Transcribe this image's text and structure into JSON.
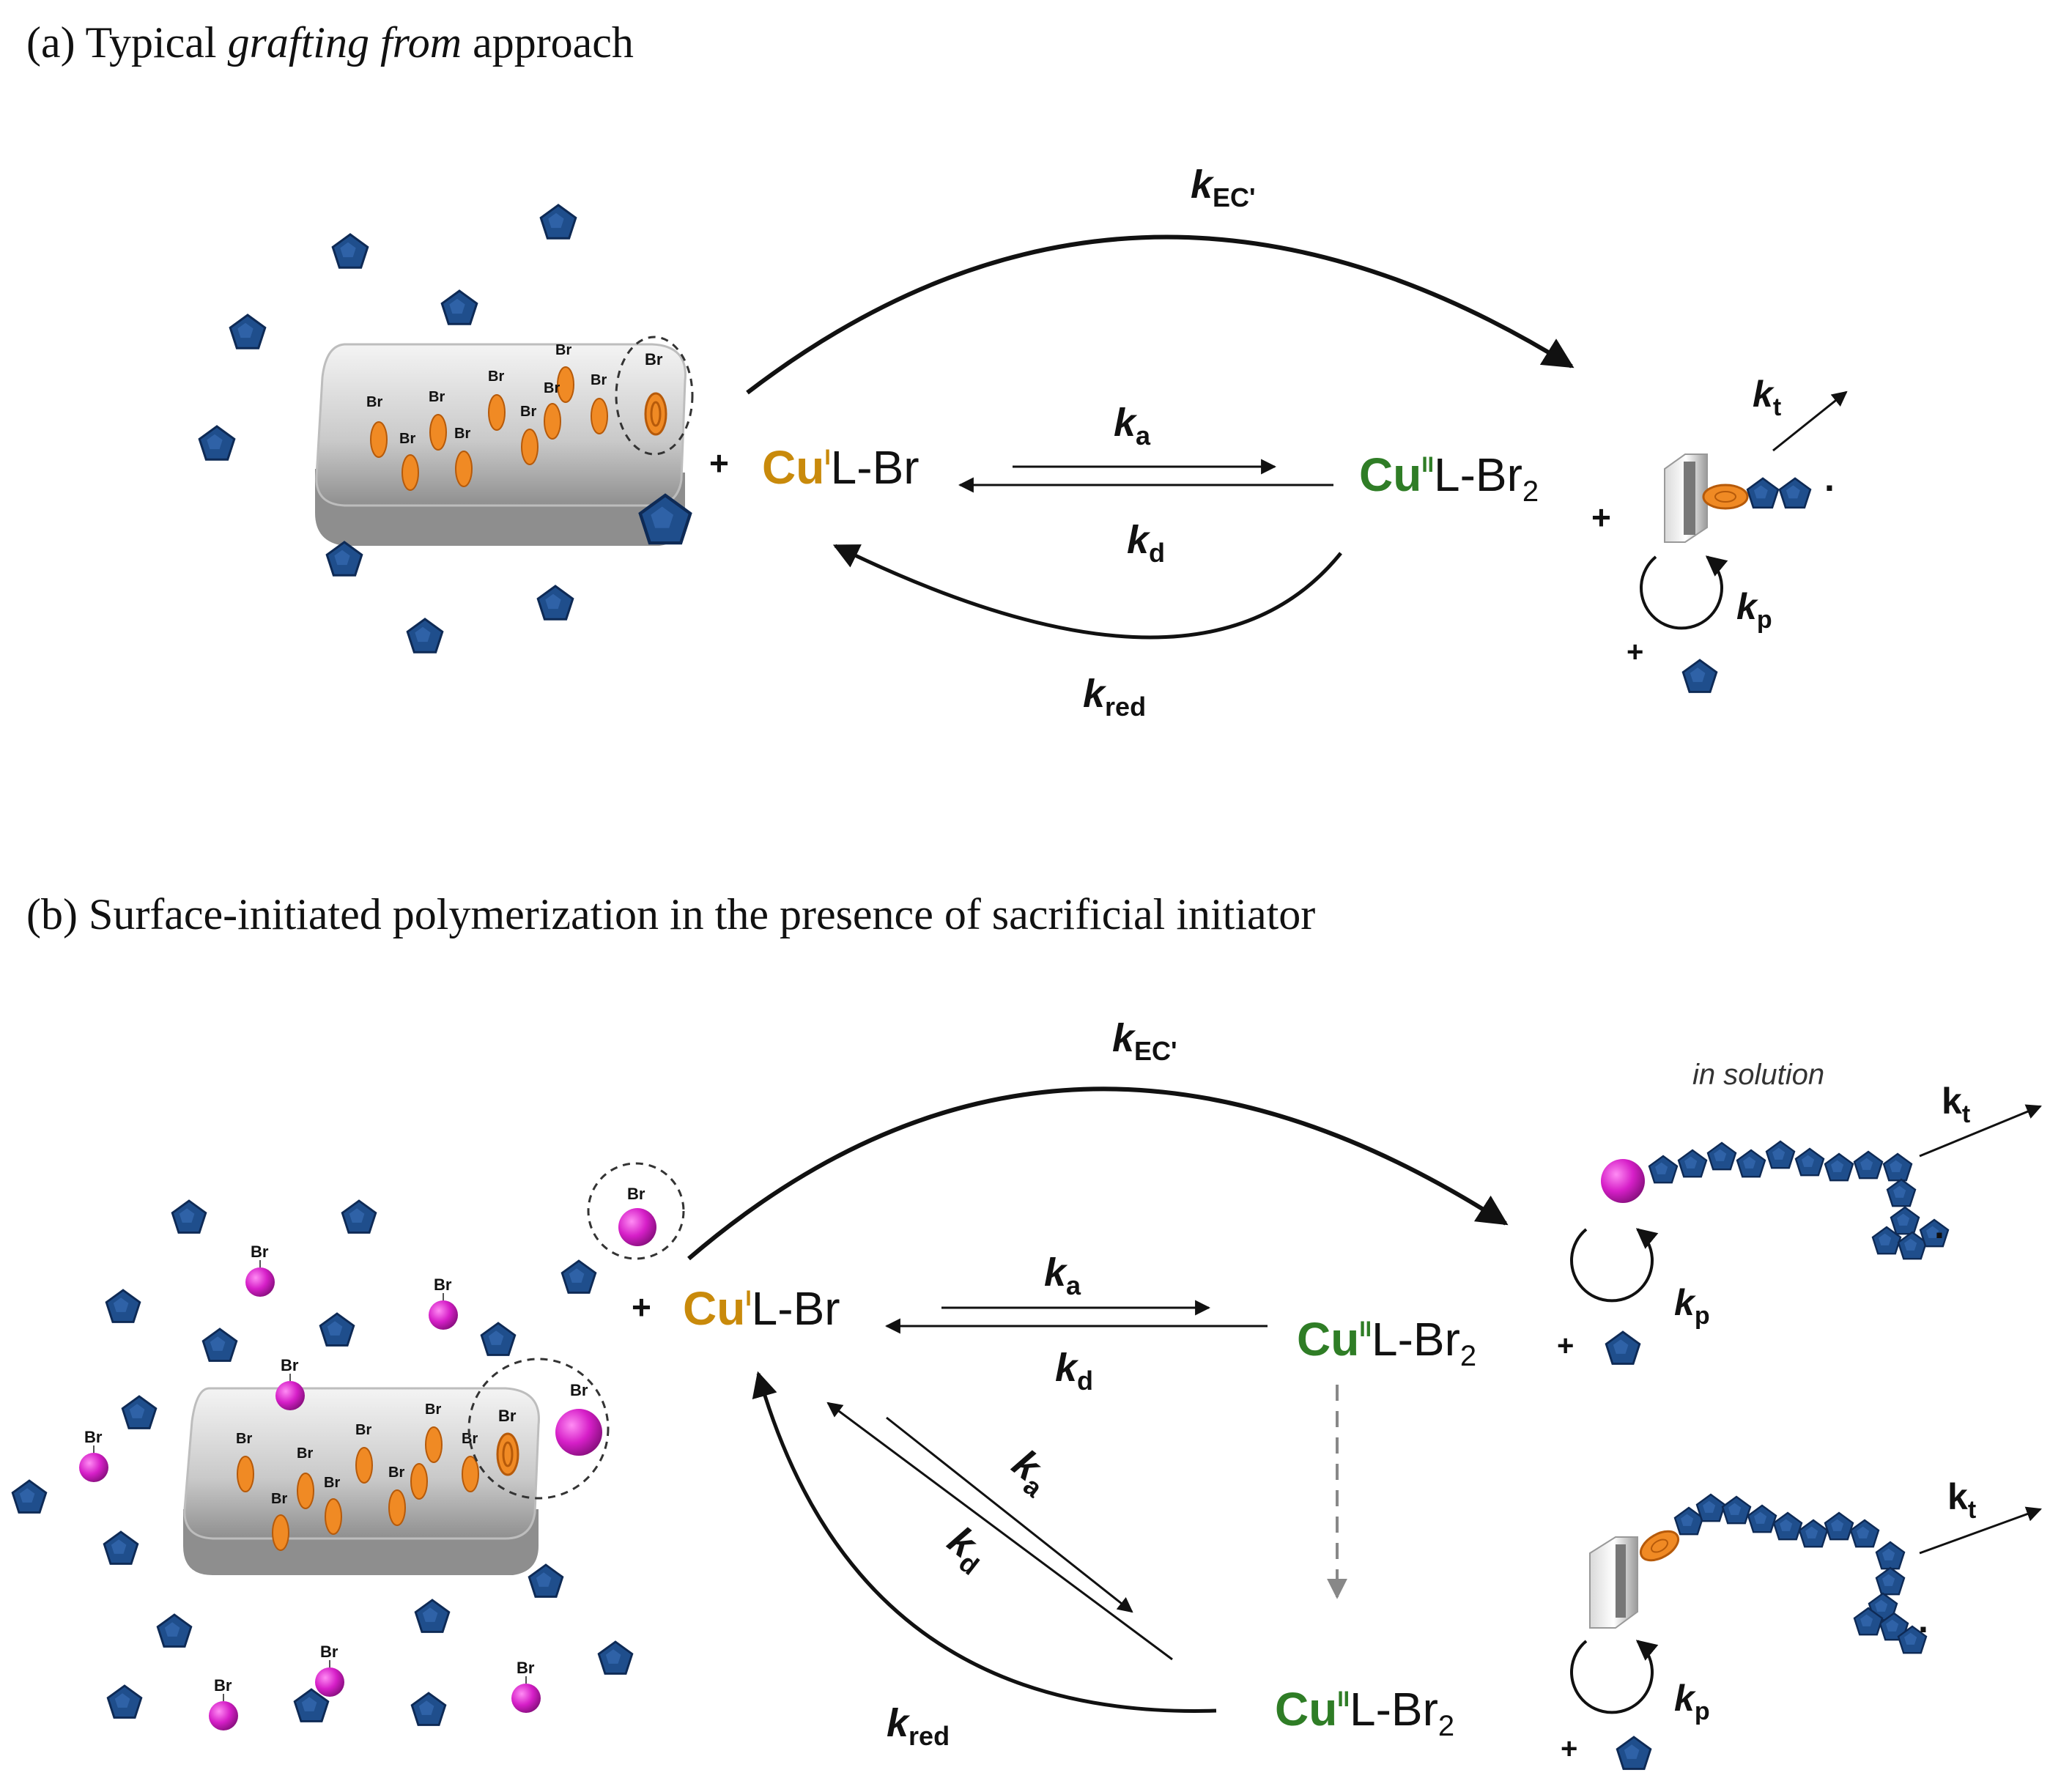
{
  "panel_a": {
    "title_prefix": "(a) Typical ",
    "title_italic": "grafting from",
    "title_suffix": " approach",
    "surface_label": "Br",
    "plus": "+",
    "cu1": {
      "metal": "Cu",
      "ox": "I",
      "rest": "L-Br"
    },
    "cu2": {
      "metal": "Cu",
      "ox": "II",
      "rest": "L-Br",
      "sub": "2"
    },
    "k_ec": {
      "k": "k",
      "sub": "EC'"
    },
    "k_a": {
      "k": "k",
      "sub": "a"
    },
    "k_d": {
      "k": "k",
      "sub": "d"
    },
    "k_red": {
      "k": "k",
      "sub": "red"
    },
    "k_t": {
      "k": "k",
      "sub": "t"
    },
    "k_p": {
      "k": "k",
      "sub": "p"
    },
    "dot": "."
  },
  "panel_b": {
    "title": "(b) Surface-initiated polymerization in the presence of sacrificial initiator",
    "surface_label": "Br",
    "plus": "+",
    "in_solution": "in solution",
    "cu1": {
      "metal": "Cu",
      "ox": "I",
      "rest": "L-Br"
    },
    "cu2": {
      "metal": "Cu",
      "ox": "II",
      "rest": "L-Br",
      "sub": "2"
    },
    "k_ec": {
      "k": "k",
      "sub": "EC'"
    },
    "k_a": {
      "k": "k",
      "sub": "a"
    },
    "k_d": {
      "k": "k",
      "sub": "d"
    },
    "k_red": {
      "k": "k",
      "sub": "red"
    },
    "k_t": {
      "k": "k",
      "sub": "t"
    },
    "k_p": {
      "k": "k",
      "sub": "p"
    },
    "dot": "."
  },
  "colors": {
    "monomer": "#1f4e8c",
    "initiator_orange": "#f08a24",
    "sacrificial_magenta": "#d61fc8",
    "cu_i": "#c98a0b",
    "cu_ii": "#2f7d26",
    "text": "#111111"
  }
}
